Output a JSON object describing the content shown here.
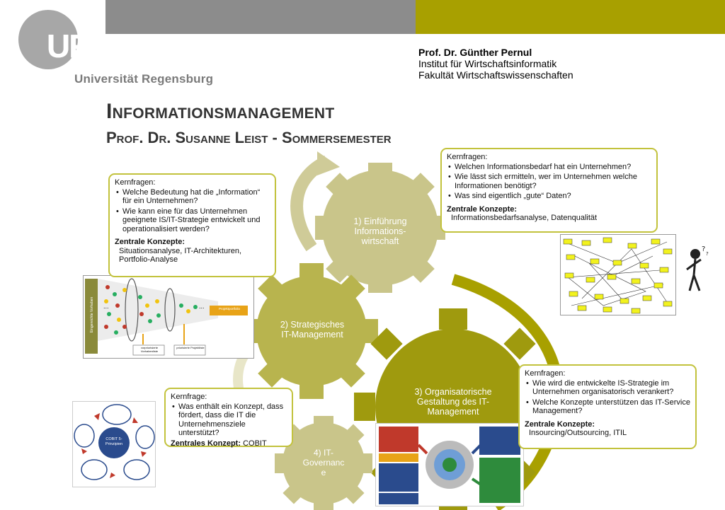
{
  "header": {
    "logo_letters": "UR",
    "university": "Universität Regensburg",
    "prof_name": "Prof. Dr. Günther Pernul",
    "institute": "Institut für Wirtschaftsinformatik",
    "faculty": "Fakultät Wirtschaftswissenschaften"
  },
  "title": {
    "main": "Informationsmanagement",
    "sub": "Prof. Dr. Susanne Leist - Sommersemester"
  },
  "gears": [
    {
      "label_l1": "1) Einführung",
      "label_l2": "Informations-",
      "label_l3": "wirtschaft"
    },
    {
      "label_l1": "2) Strategisches",
      "label_l2": "IT-Management"
    },
    {
      "label_l1": "3) Organisatorische",
      "label_l2": "Gestaltung des IT-",
      "label_l3": "Management"
    },
    {
      "label_l1": "4) IT-",
      "label_l2": "Governanc",
      "label_l3": "e"
    }
  ],
  "box1": {
    "heading": "Kernfragen:",
    "items": [
      "Welchen Informationsbedarf hat ein Unternehmen?",
      "Wie lässt sich ermitteln, wer im Unternehmen welche Informationen benötigt?",
      "Was sind eigentlich „gute“ Daten?"
    ],
    "concepts_heading": "Zentrale Konzepte:",
    "concepts": "Informationsbedarfsanalyse, Datenqualität"
  },
  "box2": {
    "heading": "Kernfragen:",
    "items": [
      "Welche Bedeutung hat die „Information“ für ein Unternehmen?",
      "Wie kann eine für das Unternehmen geeignete IS/IT-Strategie entwickelt und operationalisiert werden?"
    ],
    "concepts_heading": "Zentrale Konzepte:",
    "concepts_l1": "Situationsanalyse, IT-Architekturen,",
    "concepts_l2": "Portfolio-Analyse"
  },
  "box3": {
    "heading": "Kernfragen:",
    "items": [
      "Wie wird die entwickelte IS-Strategie im Unternehmen organisatorisch verankert?",
      "Welche Konzepte unterstützen das IT-Service Management?"
    ],
    "concepts_heading": "Zentrale Konzepte:",
    "concepts": "Insourcing/Outsourcing, ITIL"
  },
  "box4": {
    "heading": "Kernfrage:",
    "items": [
      "Was enthält ein Konzept, dass fördert, dass die IT die Unternehmensziele unterstützt?"
    ],
    "concepts_heading": "Zentrales Konzept:",
    "concepts": "COBIT"
  },
  "portfolio_figure": {
    "side_label": "Eingereichte Vorhaben",
    "dots": "...",
    "result": "Projektportfolio",
    "label_a": "vorpriorisierte Vorhabenliste",
    "label_b": "priorisierte Projektliste"
  },
  "cobit_figure": {
    "center": "COBIT 5-Prinzipien"
  },
  "colors": {
    "olive": "#a8a000",
    "gear_light": "#c9c58a",
    "gear_mid": "#b8b44e",
    "gear_dark": "#9f9a0e",
    "box_border": "#c2c23c"
  }
}
